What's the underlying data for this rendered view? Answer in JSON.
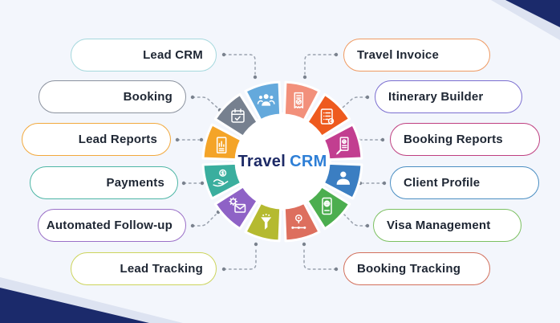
{
  "page": {
    "background_color": "#f3f6fc"
  },
  "decor": {
    "corner_triangle_color": "#1b2a6b",
    "corner_band_color": "#dde3f1"
  },
  "center": {
    "title_part1": "Travel",
    "title_part2": "CRM",
    "title_part1_color": "#1d2a66",
    "title_part2_color": "#2e7fd6"
  },
  "pills": [
    {
      "id": "lead-crm",
      "label": "Lead CRM",
      "side": "left",
      "border_color": "#a5d8dd"
    },
    {
      "id": "booking",
      "label": "Booking",
      "side": "left",
      "border_color": "#8b929e"
    },
    {
      "id": "lead-reports",
      "label": "Lead Reports",
      "side": "left",
      "border_color": "#f2a93d"
    },
    {
      "id": "payments",
      "label": "Payments",
      "side": "left",
      "border_color": "#4db6a5"
    },
    {
      "id": "automated-follow-up",
      "label": "Automated Follow-up",
      "side": "left",
      "border_color": "#9a6fc7"
    },
    {
      "id": "lead-tracking",
      "label": "Lead Tracking",
      "side": "left",
      "border_color": "#ccd45c"
    },
    {
      "id": "travel-invoice",
      "label": "Travel Invoice",
      "side": "right",
      "border_color": "#ef9a62"
    },
    {
      "id": "itinerary-builder",
      "label": "Itinerary Builder",
      "side": "right",
      "border_color": "#7b6ed0"
    },
    {
      "id": "booking-reports",
      "label": "Booking Reports",
      "side": "right",
      "border_color": "#bf4080"
    },
    {
      "id": "client-profile",
      "label": "Client Profile",
      "side": "right",
      "border_color": "#4a8ec2"
    },
    {
      "id": "visa-management",
      "label": "Visa Management",
      "side": "right",
      "border_color": "#7cc061"
    },
    {
      "id": "booking-tracking",
      "label": "Booking Tracking",
      "side": "right",
      "border_color": "#d2705c"
    }
  ],
  "ring": {
    "segments": [
      {
        "id": "travel-invoice",
        "label": "Travel Invoice",
        "color": "#f2907b",
        "icon": "invoice-icon"
      },
      {
        "id": "itinerary-builder",
        "label": "Itinerary Builder",
        "color": "#ee5a1e",
        "icon": "itinerary-icon"
      },
      {
        "id": "booking-reports",
        "label": "Booking Reports",
        "color": "#c23e90",
        "icon": "report-check-icon"
      },
      {
        "id": "client-profile",
        "label": "Client Profile",
        "color": "#3b7ec2",
        "icon": "person-icon"
      },
      {
        "id": "visa-management",
        "label": "Visa Management",
        "color": "#4cae4f",
        "icon": "passport-icon"
      },
      {
        "id": "booking-tracking",
        "label": "Booking Tracking",
        "color": "#dd6f5e",
        "icon": "route-pin-icon"
      },
      {
        "id": "lead-tracking",
        "label": "Lead Tracking",
        "color": "#b5ba30",
        "icon": "funnel-icon"
      },
      {
        "id": "automated-follow-up",
        "label": "Automated Follow-up",
        "color": "#8e62c6",
        "icon": "gear-mail-icon"
      },
      {
        "id": "payments",
        "label": "Payments",
        "color": "#3aae9e",
        "icon": "hand-coin-icon"
      },
      {
        "id": "lead-reports",
        "label": "Lead Reports",
        "color": "#f4a428",
        "icon": "doc-chart-icon"
      },
      {
        "id": "booking",
        "label": "Booking",
        "color": "#76808f",
        "icon": "calendar-check-icon"
      },
      {
        "id": "lead-crm",
        "label": "Lead CRM",
        "color": "#64a9dc",
        "icon": "people-icon"
      }
    ]
  }
}
